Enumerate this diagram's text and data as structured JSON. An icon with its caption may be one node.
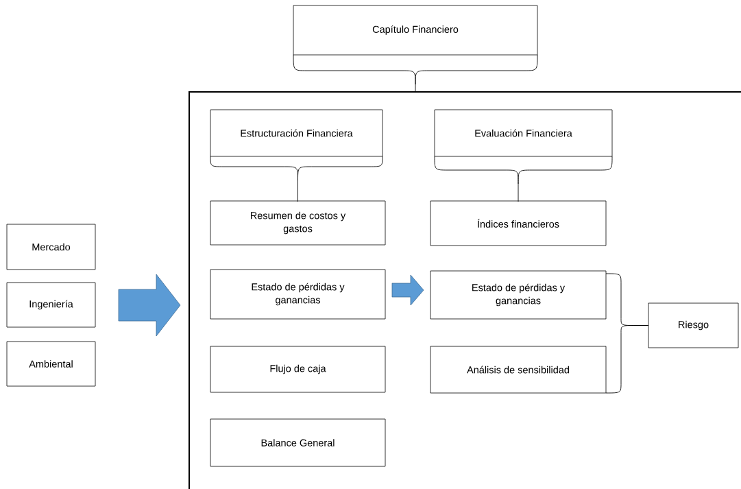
{
  "diagram": {
    "nodes": [
      {
        "text": [
          "Capítulo Financiero"
        ]
      },
      {
        "text": [],
        "shape": "box"
      },
      {
        "text": [
          "Estructuración Financiera"
        ],
        "in": 1
      },
      {
        "text": [
          "Evaluación Financiera"
        ],
        "in": 1
      },
      {
        "text": [
          "Resumen de costos y gastos"
        ],
        "in": 1
      },
      {
        "text": [
          "Estado de pérdidas y ganancias"
        ],
        "in": 1
      },
      {
        "text": [
          "Flujo de caja"
        ],
        "in": 1
      },
      {
        "text": [
          "Balance General"
        ],
        "in": 1
      },
      {
        "text": [
          "Índices financieros"
        ],
        "in": 1
      },
      {
        "text": [
          "Estado de pérdidas y ganancias"
        ],
        "in": 1
      },
      {
        "text": [
          "Análisis de sensibilidad"
        ],
        "in": 1
      },
      {
        "text": [
          "Mercado"
        ]
      },
      {
        "text": [
          "Ingeniería"
        ]
      },
      {
        "text": [
          "Ambiental"
        ]
      },
      {
        "text": [
          "Riesgo"
        ],
        "in": 1
      }
    ],
    "edges": [
      {
        "from": 0,
        "to": 1,
        "arrow": "none"
      },
      {
        "from": 2,
        "to": 4,
        "arrow": "none"
      },
      {
        "from": 3,
        "to": 8,
        "arrow": "none"
      },
      {
        "from": 11,
        "to": 1,
        "arrow": "to",
        "color": "#5b9bd5"
      },
      {
        "from": 12,
        "to": 1,
        "arrow": "to",
        "color": "#5b9bd5"
      },
      {
        "from": 13,
        "to": 1,
        "arrow": "to",
        "color": "#5b9bd5"
      },
      {
        "from": 5,
        "to": 9,
        "arrow": "to",
        "color": "#5b9bd5"
      },
      {
        "from": 9,
        "to": 14,
        "arrow": "none"
      },
      {
        "from": 10,
        "to": 14,
        "arrow": "none"
      }
    ]
  }
}
